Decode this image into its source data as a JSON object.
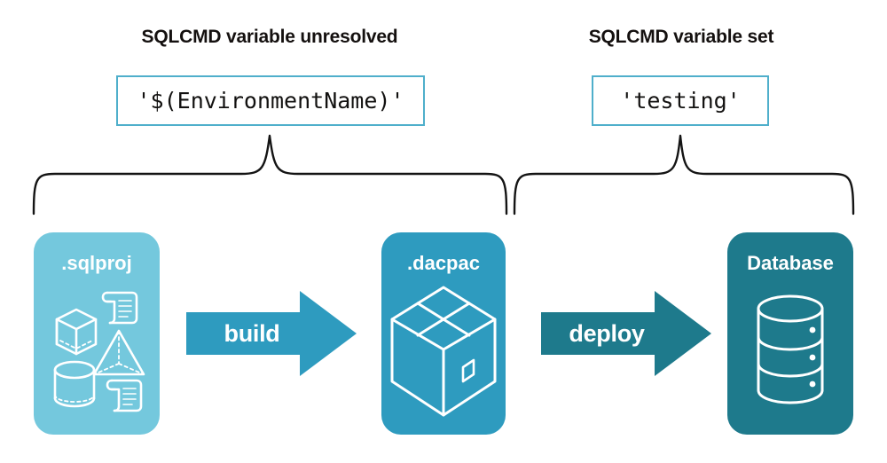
{
  "headings": {
    "left": "SQLCMD variable unresolved",
    "right": "SQLCMD variable set"
  },
  "code_values": {
    "left": "'$(EnvironmentName)'",
    "right": "'testing'"
  },
  "stages": [
    {
      "id": "sqlproj",
      "label": ".sqlproj",
      "color": "#74C8DD",
      "icons": [
        "cube-icon",
        "scroll-icon",
        "pyramid-icon",
        "cylinder-icon",
        "scroll-icon"
      ]
    },
    {
      "id": "dacpac",
      "label": ".dacpac",
      "color": "#2E9BBF",
      "icons": [
        "package-box-icon"
      ]
    },
    {
      "id": "database",
      "label": "Database",
      "color": "#1E7A8C",
      "icons": [
        "database-cylinder-icon"
      ]
    }
  ],
  "arrows": [
    {
      "id": "build",
      "label": "build",
      "color": "#2E9BBF"
    },
    {
      "id": "deploy",
      "label": "deploy",
      "color": "#1E7A8C"
    }
  ],
  "braces": [
    {
      "id": "brace-left",
      "spans": "sqlproj-to-dacpac"
    },
    {
      "id": "brace-right",
      "spans": "dacpac-to-database"
    }
  ],
  "colors": {
    "light_blue": "#74C8DD",
    "medium_teal": "#2E9BBF",
    "dark_teal": "#1E7A8C",
    "border_blue": "#4FAFCB",
    "text_dark": "#14100f",
    "background": "#ffffff"
  }
}
